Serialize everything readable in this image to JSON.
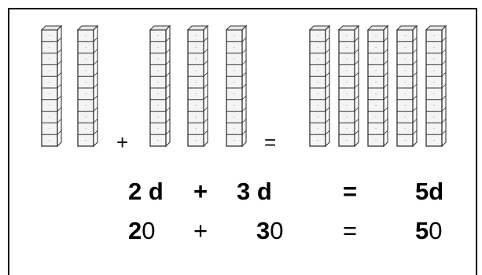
{
  "diagram": {
    "groups": [
      {
        "name": "left",
        "rods": 2
      },
      {
        "name": "middle",
        "rods": 3
      },
      {
        "name": "right",
        "rods": 5
      }
    ],
    "cubes_per_rod": 10,
    "symbols": {
      "plus": "+",
      "equals": "="
    }
  },
  "tens_row": {
    "a": "2 d",
    "op": "+",
    "b": "3 d",
    "eq": "=",
    "result": "5d"
  },
  "units_row": {
    "a_tens": "2",
    "a_ones": "0",
    "op": "+",
    "b_tens": "3",
    "b_ones": "0",
    "eq": "=",
    "r_tens": "5",
    "r_ones": "0"
  },
  "colors": {
    "rod_stroke": "#333333",
    "rod_fill": "#f4f4f4",
    "text": "#000000"
  }
}
